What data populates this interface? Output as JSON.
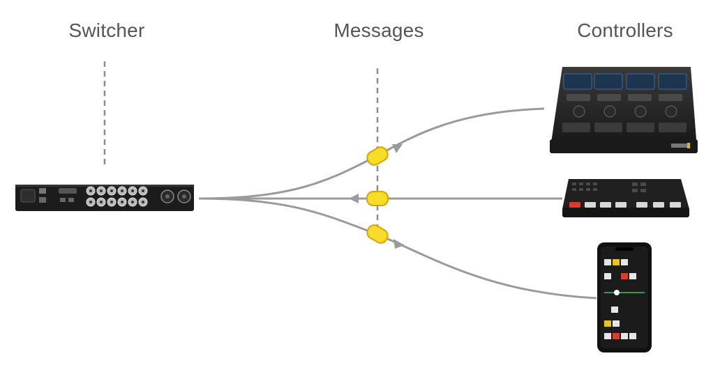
{
  "titles": {
    "switcher": "Switcher",
    "messages": "Messages",
    "controllers": "Controllers"
  },
  "devices": {
    "switcher": "switcher-rear-panel",
    "controllers": [
      "control-panel",
      "mini-switcher",
      "phone-app"
    ]
  },
  "colors": {
    "title": "#555555",
    "dashed_line": "#8c8c8c",
    "connector": "#9a9a9a",
    "message_fill": "#f8dc2a",
    "message_stroke": "#d9a400",
    "device_body": "#1c1c1c"
  }
}
